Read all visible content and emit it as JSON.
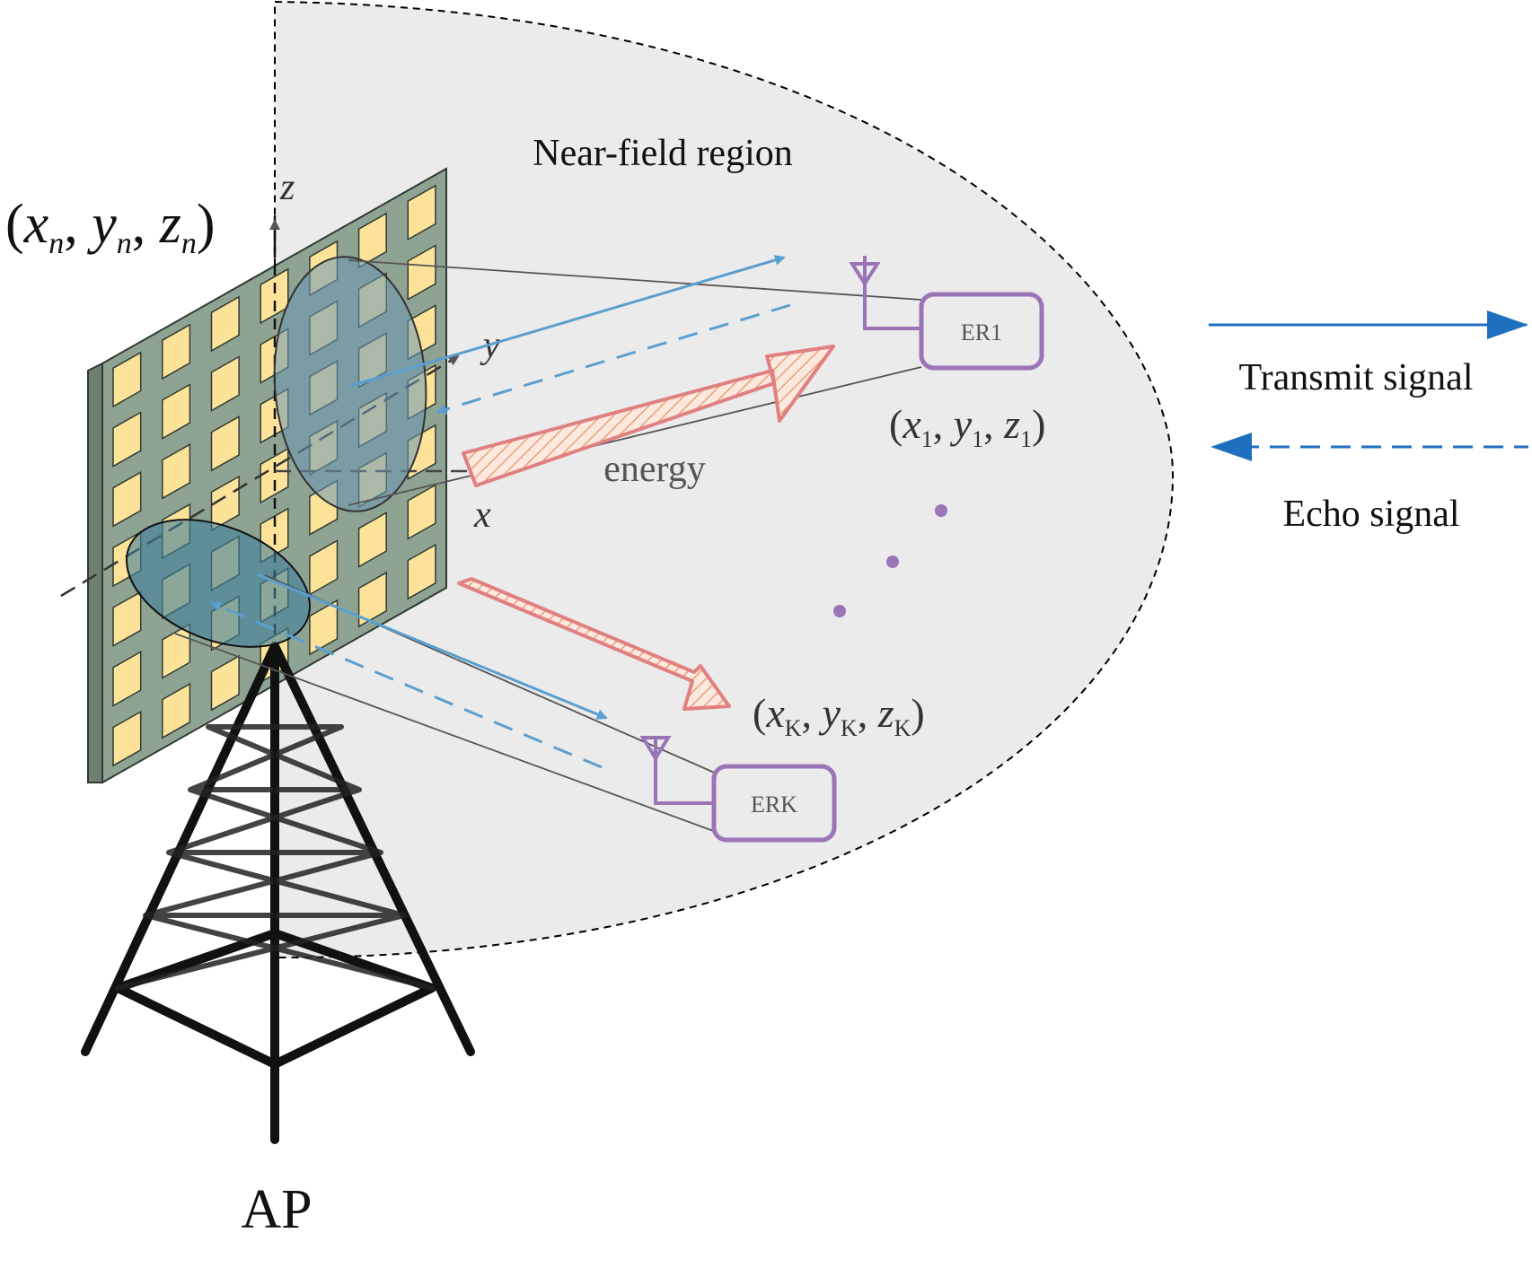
{
  "region": {
    "label": "Near-field region",
    "fill": "#ebebeb"
  },
  "array": {
    "element_coord": {
      "open": "(",
      "x": "x",
      "xs": "n",
      "y": "y",
      "ys": "n",
      "z": "z",
      "zs": "n",
      "close": ")"
    },
    "panel_color": "#8fa393",
    "element_color": "#fde39a",
    "axes": {
      "x": "x",
      "y": "y",
      "z": "z"
    }
  },
  "energy_label": "energy",
  "receivers": [
    {
      "label": "ER1",
      "coord": {
        "x": "x",
        "y": "y",
        "z": "z",
        "sub": "1"
      }
    },
    {
      "label": "ERK",
      "coord": {
        "x": "x",
        "y": "y",
        "z": "z",
        "sub": "K"
      }
    }
  ],
  "receiver_color": "#9b74b8",
  "energy_arrow_color": "#e08080",
  "signal_color": "#5a9fd0",
  "legend": {
    "transmit": "Transmit signal",
    "echo": "Echo signal",
    "color": "#1f6fbf"
  },
  "tower_label": "AP"
}
